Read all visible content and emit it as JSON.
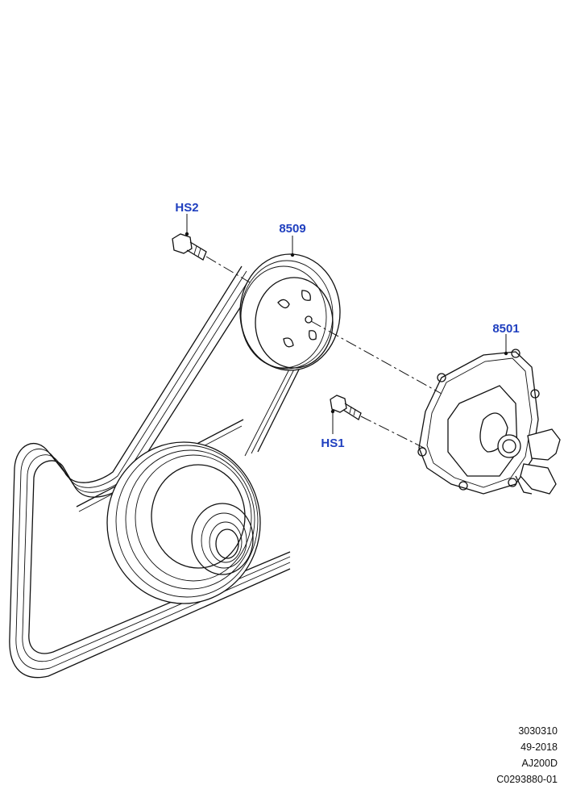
{
  "colors": {
    "callout": "#1f3fbf",
    "line": "#111111",
    "background": "#ffffff"
  },
  "callouts": {
    "hs2": "HS2",
    "pulley": "8509",
    "water_pump": "8501",
    "hs1": "HS1"
  },
  "footer": {
    "line1": "3030310",
    "line2": "49-2018",
    "line3": "AJ200D",
    "line4": "C0293880-01"
  }
}
